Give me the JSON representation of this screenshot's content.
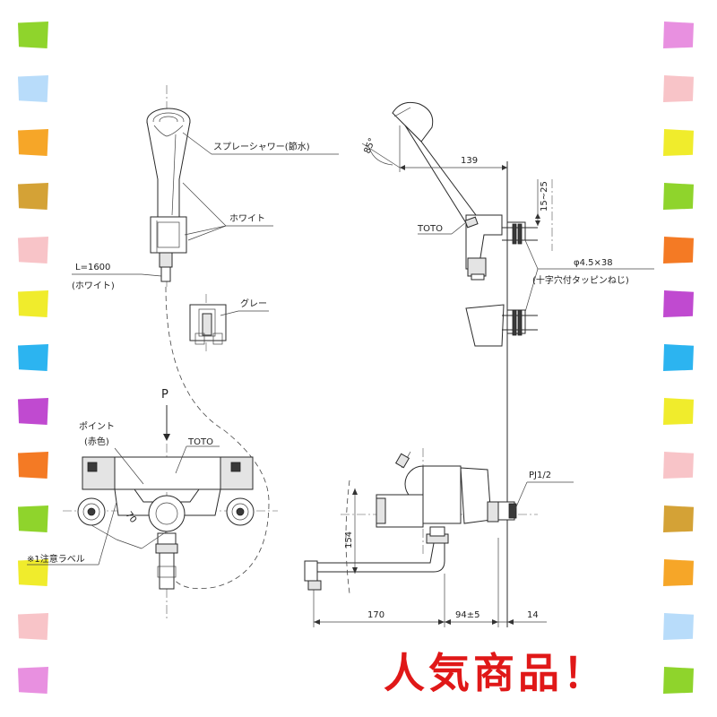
{
  "border": {
    "left_colors": [
      "#8fd42c",
      "#b8dcfa",
      "#f6a628",
      "#d4a236",
      "#f8c4c8",
      "#f0ec2c",
      "#2cb4f0",
      "#c04ad0",
      "#f47a24",
      "#8fd42c",
      "#f0ec2c",
      "#f8c4c8",
      "#e890e0"
    ],
    "right_colors": [
      "#e890e0",
      "#f8c4c8",
      "#f0ec2c",
      "#8fd42c",
      "#f47a24",
      "#c04ad0",
      "#2cb4f0",
      "#f0ec2c",
      "#f8c4c8",
      "#d4a236",
      "#f6a628",
      "#b8dcfa",
      "#8fd42c"
    ]
  },
  "labels": {
    "spray_shower": "スプレーシャワー(節水)",
    "white": "ホワイト",
    "hose_length": "L=1600",
    "hose_color": "(ホワイト)",
    "grey": "グレー",
    "p_mark": "P",
    "point": "ポイント",
    "point_color": "(赤色)",
    "toto_front": "TOTO",
    "toto_side": "TOTO",
    "caution_label": "※1注意ラベル",
    "screw_spec": "φ4.5×38",
    "screw_type": "(十字穴付タッピンねじ)",
    "pipe_thread": "PJ1/2"
  },
  "dimensions": {
    "angle": "85°",
    "width_139": "139",
    "height_15_25": "15~25",
    "height_154": "154",
    "length_170": "170",
    "length_94": "94±5",
    "length_14": "14",
    "pitch_70": "70"
  },
  "promo": {
    "text": "人気商品！",
    "color": "#e01818"
  }
}
